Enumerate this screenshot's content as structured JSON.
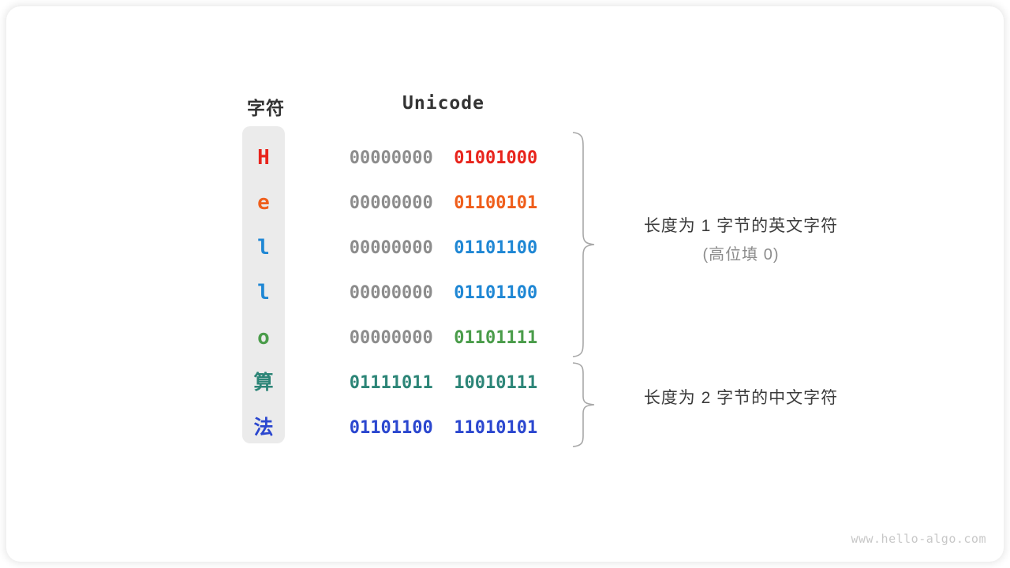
{
  "figure": {
    "title_absent": true,
    "card_background": "#ffffff",
    "char_column_background": "#ebebeb"
  },
  "headers": {
    "character": "字符",
    "unicode": "Unicode"
  },
  "rows": [
    {
      "char": "H",
      "color": "#e8241c",
      "is_cjk": false,
      "byte_hi": "00000000",
      "byte_lo": "01001000",
      "hi_color": "#8c8c8c"
    },
    {
      "char": "e",
      "color": "#ef5e1b",
      "is_cjk": false,
      "byte_hi": "00000000",
      "byte_lo": "01100101",
      "hi_color": "#8c8c8c"
    },
    {
      "char": "l",
      "color": "#1f87d4",
      "is_cjk": false,
      "byte_hi": "00000000",
      "byte_lo": "01101100",
      "hi_color": "#8c8c8c"
    },
    {
      "char": "l",
      "color": "#1f87d4",
      "is_cjk": false,
      "byte_hi": "00000000",
      "byte_lo": "01101100",
      "hi_color": "#8c8c8c"
    },
    {
      "char": "o",
      "color": "#4a9c4a",
      "is_cjk": false,
      "byte_hi": "00000000",
      "byte_lo": "01101111",
      "hi_color": "#8c8c8c"
    },
    {
      "char": "算",
      "color": "#2c8577",
      "is_cjk": true,
      "byte_hi": "01111011",
      "byte_lo": "10010111",
      "hi_color": "#2c8577"
    },
    {
      "char": "法",
      "color": "#2b47cf",
      "is_cjk": true,
      "byte_hi": "01101100",
      "byte_lo": "11010101",
      "hi_color": "#2b47cf"
    }
  ],
  "annotations": [
    {
      "main": "长度为 1 字节的英文字符",
      "sub": "(高位填 0)",
      "spans_rows": [
        0,
        4
      ]
    },
    {
      "main": "长度为 2 字节的中文字符",
      "sub": "",
      "spans_rows": [
        5,
        6
      ]
    }
  ],
  "watermark": "www.hello-algo.com"
}
